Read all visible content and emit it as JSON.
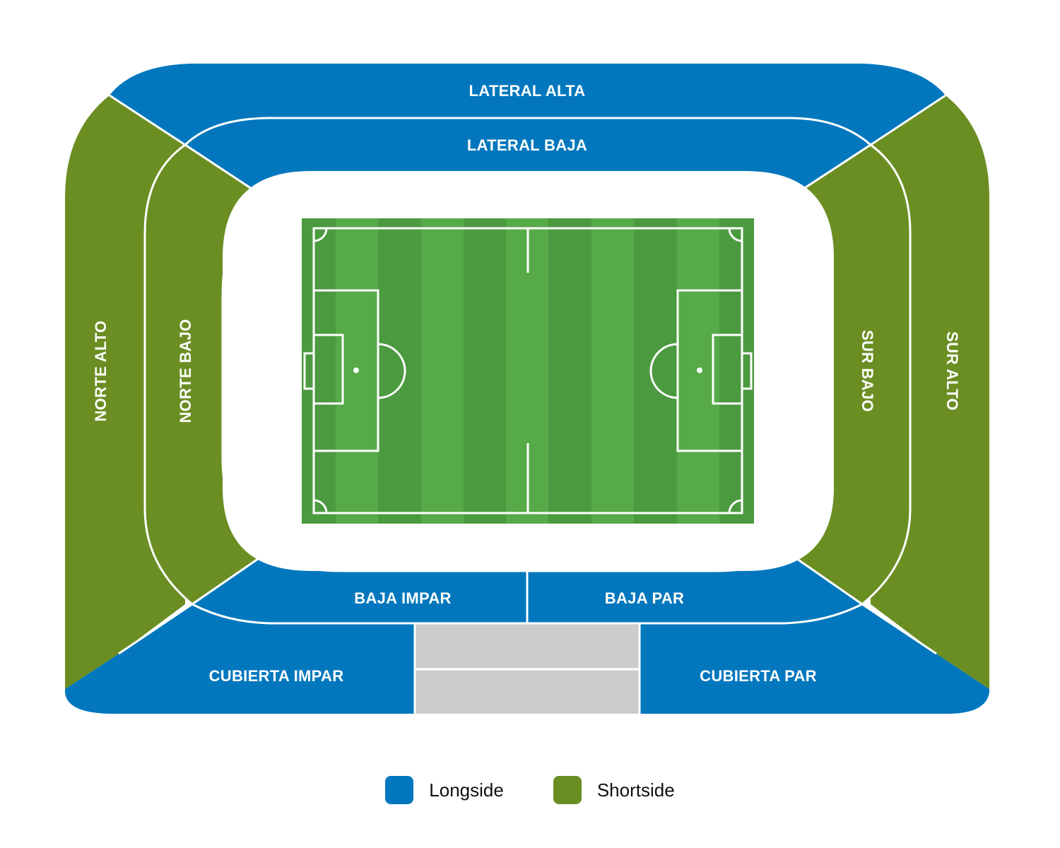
{
  "colors": {
    "longside": "#0277BD",
    "shortside": "#6B8E23",
    "reserved": "#CCCCCC",
    "pitch_light": "#56AA48",
    "pitch_dark": "#4C9A40",
    "lines": "#FFFFFF"
  },
  "sections": {
    "lateral_alta": "LATERAL ALTA",
    "lateral_baja": "LATERAL BAJA",
    "norte_alto": "NORTE ALTO",
    "norte_bajo": "NORTE BAJO",
    "sur_bajo": "SUR BAJO",
    "sur_alto": "SUR ALTO",
    "baja_impar": "BAJA IMPAR",
    "baja_par": "BAJA PAR",
    "cubierta_impar": "CUBIERTA IMPAR",
    "cubierta_par": "CUBIERTA PAR"
  },
  "legend": [
    {
      "label": "Longside",
      "color": "#0277BD"
    },
    {
      "label": "Shortside",
      "color": "#6B8E23"
    }
  ]
}
